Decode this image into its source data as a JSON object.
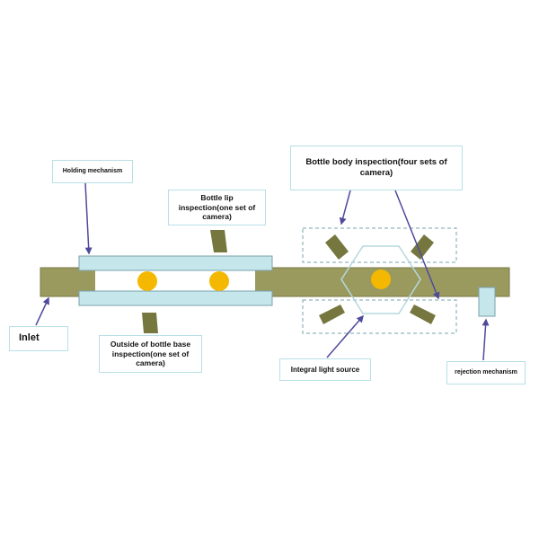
{
  "labels": {
    "holding": "Holding mechanism",
    "bottle_lip": "Bottle lip inspection(one set of camera)",
    "body_inspection": "Bottle body inspection(four sets of camera)",
    "inlet": "Inlet",
    "bottle_base": "Outside of bottle base inspection(one set of camera)",
    "light_source": "Integral light source",
    "rejection": "rejection mechanism"
  },
  "colors": {
    "conveyor": "#9a9a5e",
    "conveyor_stroke": "#7a7a46",
    "holding_bar": "#c5e6ea",
    "holding_stroke": "#7aa3ad",
    "bottle": "#f5b800",
    "camera": "#76773f",
    "dashed_box": "#7aa3ad",
    "hexagon": "#b5d8de",
    "arrow": "#4f4a9c",
    "label_border": "#b8dfe6",
    "rejection_fill": "#c5e6ea"
  }
}
